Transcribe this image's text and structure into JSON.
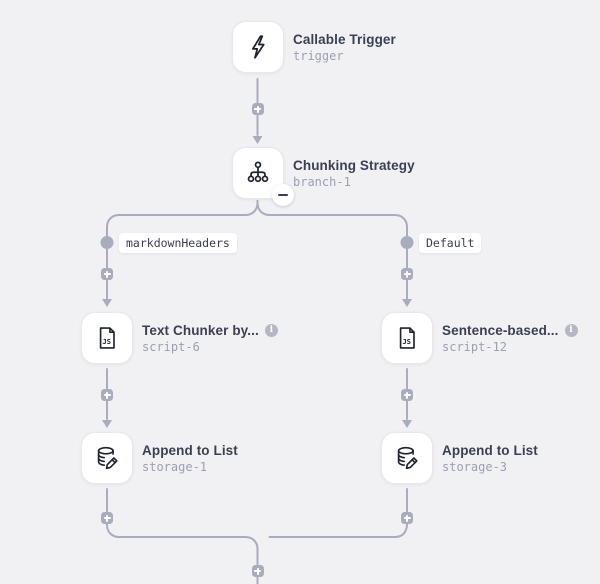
{
  "canvas": {
    "background": "#f1f1f4",
    "wire_color": "#a9acbc",
    "title_color": "#3b3f54",
    "subtitle_color": "#9ba0b0"
  },
  "nodes": [
    {
      "title": "Callable Trigger",
      "subtitle": "trigger",
      "icon": "lightning-icon"
    },
    {
      "title": "Chunking Strategy",
      "subtitle": "branch-1",
      "icon": "branch-icon"
    },
    {
      "title": "Text Chunker by...",
      "subtitle": "script-6",
      "icon": "js-file-icon"
    },
    {
      "title": "Sentence-based...",
      "subtitle": "script-12",
      "icon": "js-file-icon"
    },
    {
      "title": "Append to List",
      "subtitle": "storage-1",
      "icon": "database-edit-icon"
    },
    {
      "title": "Append to List",
      "subtitle": "storage-3",
      "icon": "database-edit-icon"
    }
  ],
  "edge_labels": [
    {
      "text": "markdownHeaders"
    },
    {
      "text": "Default"
    }
  ],
  "icons": {
    "js_glyph": "JS",
    "info_glyph": "i"
  }
}
